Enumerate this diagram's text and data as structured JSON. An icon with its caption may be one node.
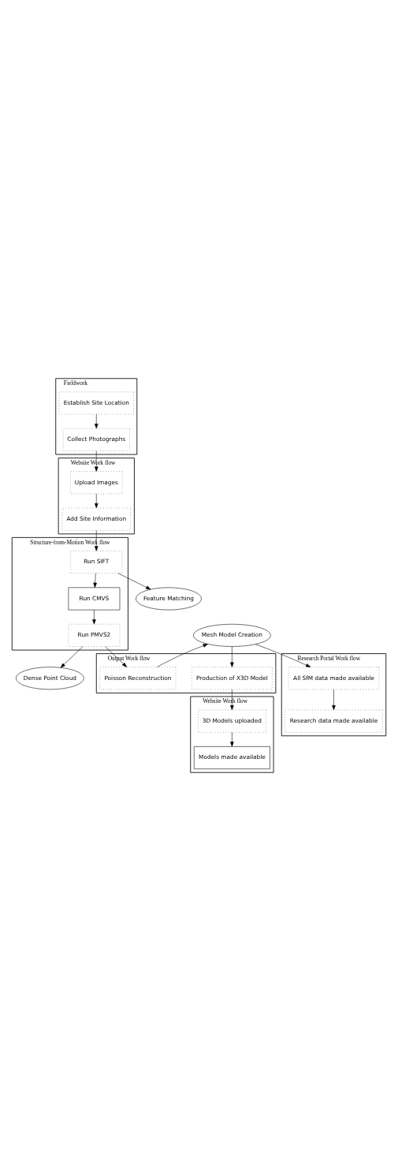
{
  "diagram": {
    "nodes": [
      {
        "text": [
          "Fieldwork"
        ]
      },
      {
        "text": [
          "Establish Site Location"
        ],
        "in": 0
      },
      {
        "text": [
          "Collect Photographs"
        ],
        "in": 0
      },
      {
        "text": [
          "Website Work flow"
        ]
      },
      {
        "text": [
          "Upload Images"
        ],
        "in": 3
      },
      {
        "text": [
          "Add Site Information"
        ],
        "in": 3
      },
      {
        "text": [
          "Structure-from-Motion Work flow"
        ]
      },
      {
        "text": [
          "Run SIFT"
        ],
        "in": 6
      },
      {
        "text": [
          "Feature Matching"
        ]
      },
      {
        "text": [
          "Run CMVS"
        ],
        "in": 6
      },
      {
        "text": [
          "Run PMVS2"
        ],
        "in": 6
      },
      {
        "text": [
          "Dense Point Cloud"
        ]
      },
      {
        "text": [
          "Output Work flow"
        ]
      },
      {
        "text": [
          "Poisson Reconstruction"
        ],
        "in": 12
      },
      {
        "text": [
          "Mesh Model Creation"
        ]
      },
      {
        "text": [
          "Production of X3D Model"
        ],
        "in": 12
      },
      {
        "text": [
          "Website Work flow"
        ]
      },
      {
        "text": [
          "3D Models uploaded"
        ],
        "in": 16
      },
      {
        "text": [
          "Models made available"
        ],
        "in": 16
      },
      {
        "text": [
          "Research Portal Work flow"
        ]
      },
      {
        "text": [
          "All SfM data made available"
        ],
        "in": 19
      },
      {
        "text": [
          "Research data made available"
        ],
        "in": 19
      }
    ],
    "edges": [
      {
        "from": 1,
        "to": 2,
        "arrow": "to"
      },
      {
        "from": 2,
        "to": 4,
        "arrow": "to"
      },
      {
        "from": 4,
        "to": 5,
        "arrow": "to"
      },
      {
        "from": 5,
        "to": 7,
        "arrow": "to"
      },
      {
        "from": 7,
        "to": 8,
        "arrow": "to"
      },
      {
        "from": 7,
        "to": 9,
        "arrow": "to"
      },
      {
        "from": 9,
        "to": 10,
        "arrow": "to"
      },
      {
        "from": 10,
        "to": 11,
        "arrow": "to"
      },
      {
        "from": 10,
        "to": 13,
        "arrow": "to"
      },
      {
        "from": 13,
        "to": 14,
        "arrow": "to"
      },
      {
        "from": 14,
        "to": 15,
        "arrow": "to"
      },
      {
        "from": 14,
        "to": 20,
        "arrow": "to"
      },
      {
        "from": 15,
        "to": 17,
        "arrow": "to"
      },
      {
        "from": 17,
        "to": 18,
        "arrow": "to"
      },
      {
        "from": 20,
        "to": 21,
        "arrow": "to"
      }
    ]
  }
}
